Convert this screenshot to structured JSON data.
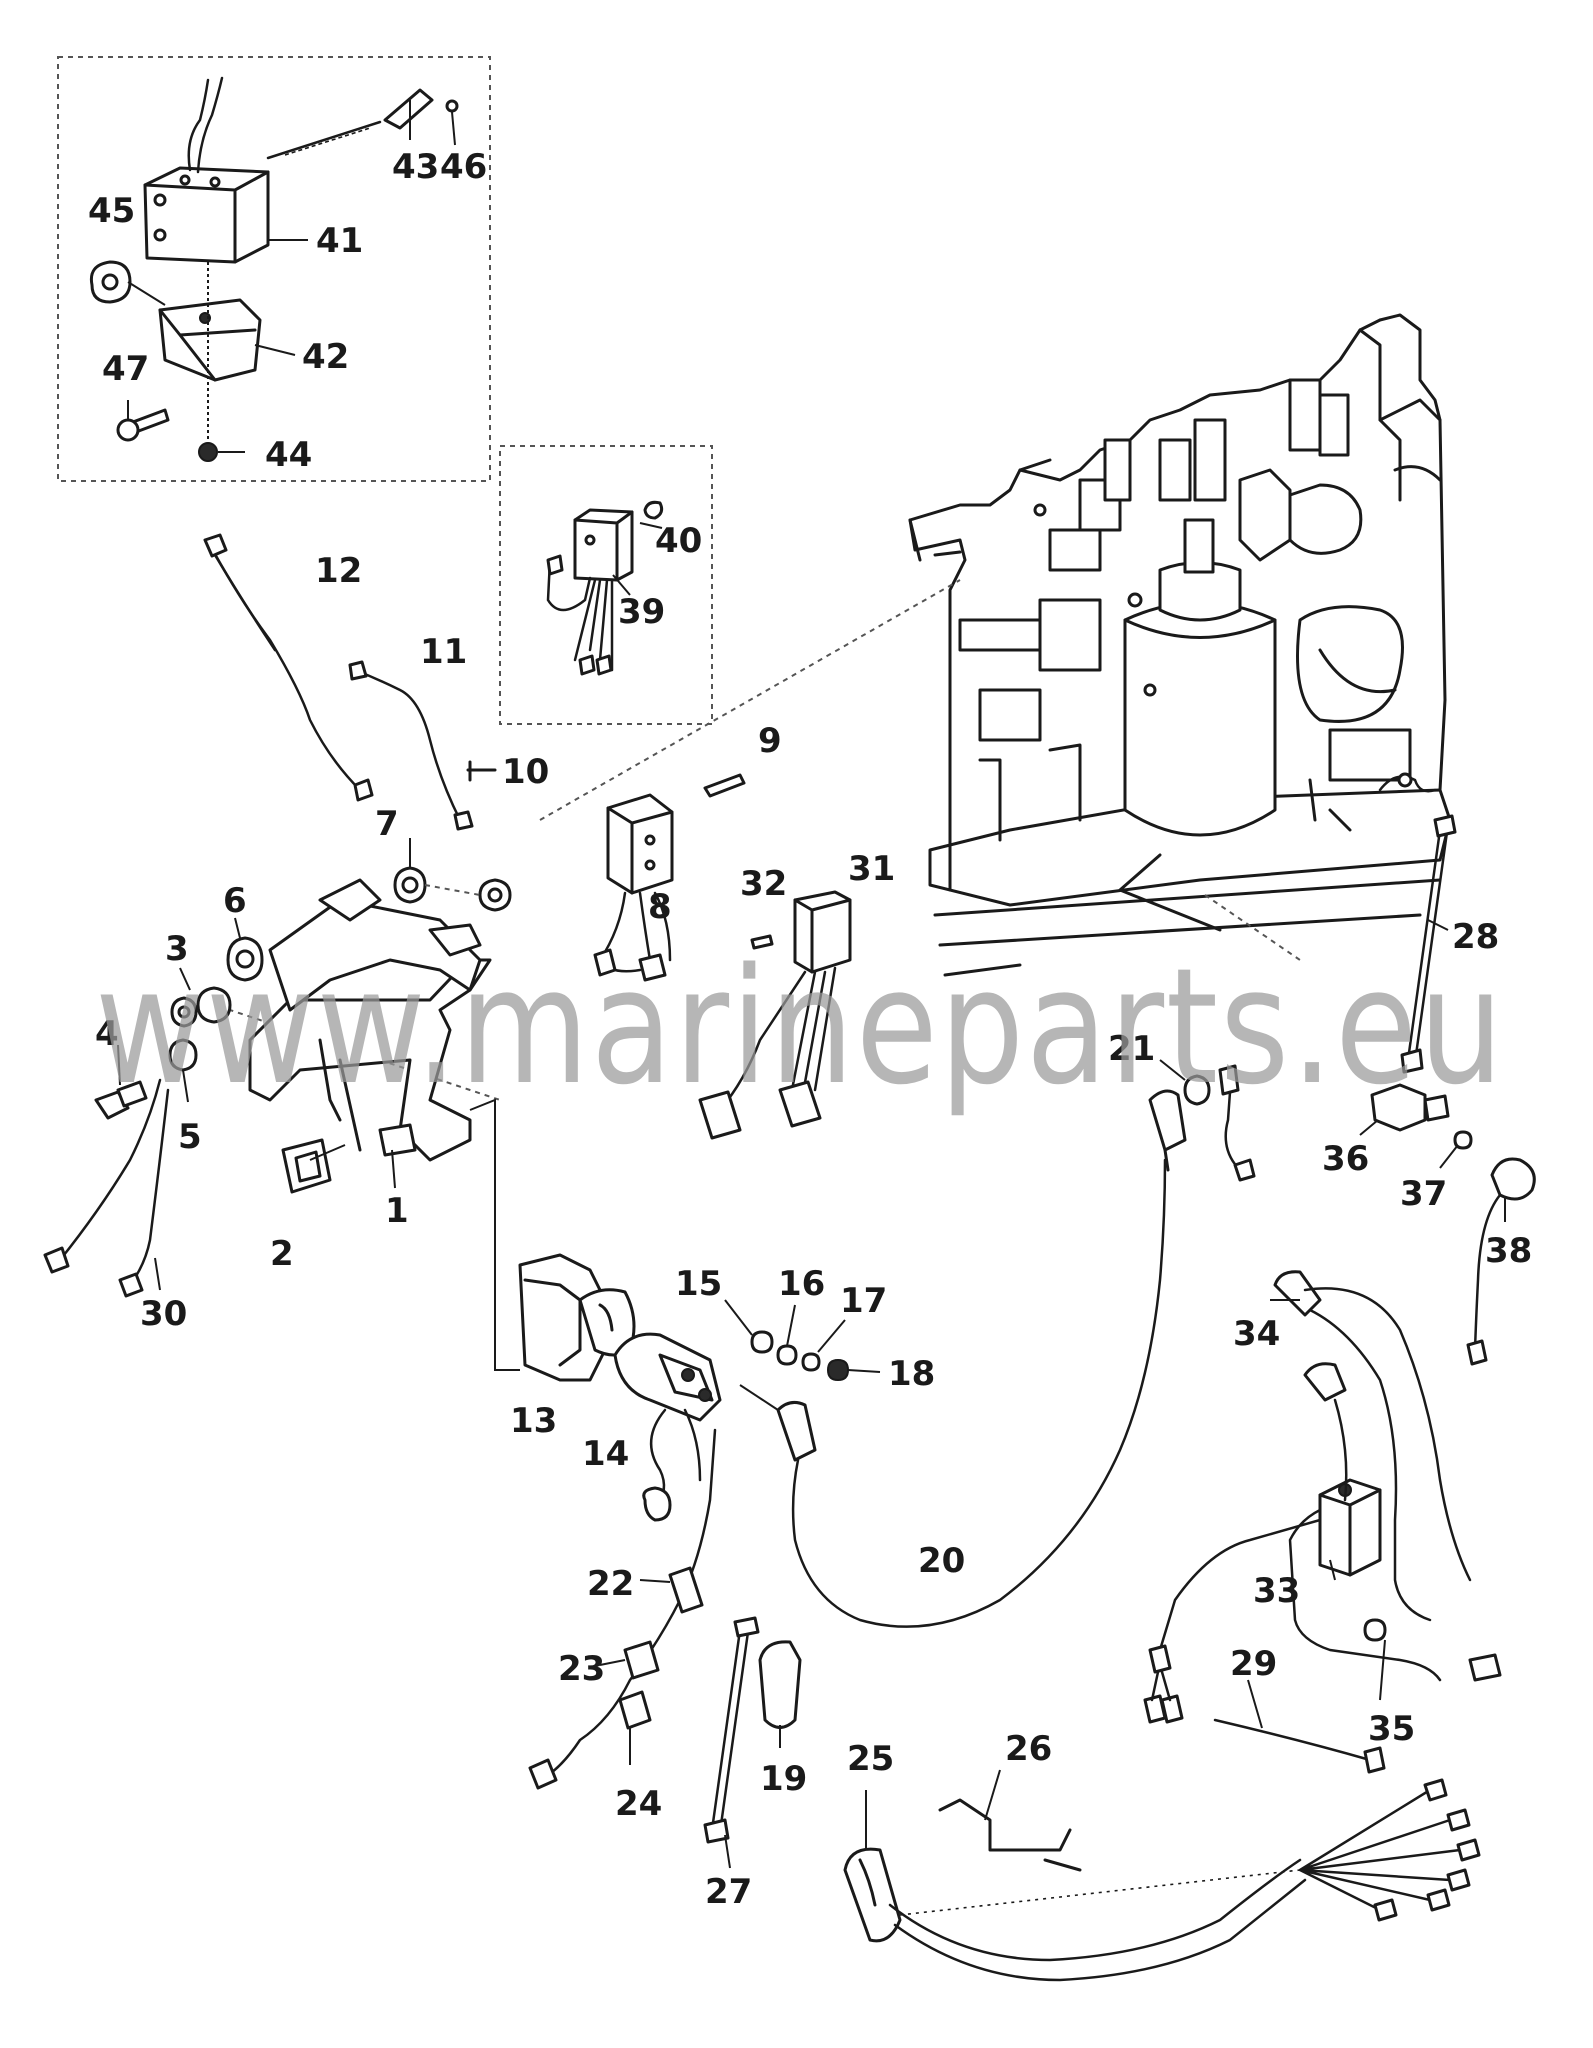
{
  "watermark": "www.marineparts.eu",
  "callouts": [
    "1",
    "2",
    "3",
    "4",
    "5",
    "6",
    "7",
    "8",
    "9",
    "10",
    "11",
    "12",
    "13",
    "14",
    "15",
    "16",
    "17",
    "18",
    "19",
    "20",
    "21",
    "22",
    "23",
    "24",
    "25",
    "26",
    "27",
    "28",
    "29",
    "30",
    "31",
    "32",
    "33",
    "34",
    "35",
    "36",
    "37",
    "38",
    "39",
    "40",
    "41",
    "42",
    "43",
    "44",
    "45",
    "46",
    "47"
  ]
}
